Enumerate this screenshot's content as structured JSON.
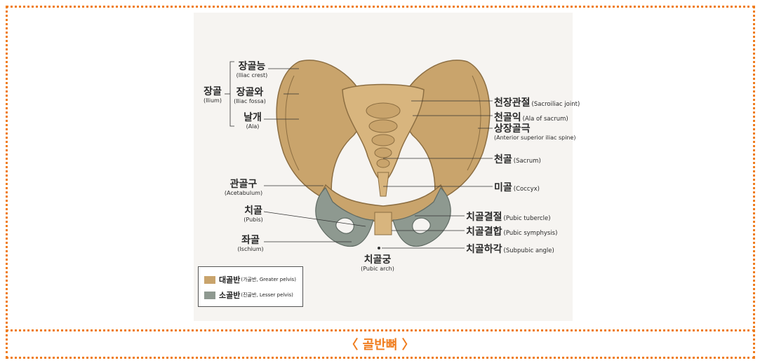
{
  "colors": {
    "border": "#f07d1e",
    "greater_pelvis": "#c9a46c",
    "lesser_pelvis": "#8e9990",
    "caption": "#f07d1e"
  },
  "left_labels": {
    "ilium": {
      "ko": "장골",
      "en": "(Ilium)"
    },
    "iliac_crest": {
      "ko": "장골능",
      "en": "(Iliac crest)"
    },
    "iliac_fossa": {
      "ko": "장골와",
      "en": "(Iliac fossa)"
    },
    "ala": {
      "ko": "날개",
      "en": "(Ala)"
    },
    "acetabulum": {
      "ko": "관골구",
      "en": "(Acetabulum)"
    },
    "pubis": {
      "ko": "치골",
      "en": "(Pubis)"
    },
    "ischium": {
      "ko": "좌골",
      "en": "(Ischium)"
    }
  },
  "right_labels": {
    "sacroiliac_joint": {
      "ko": "천장관절",
      "en": "(Sacroiliac joint)"
    },
    "ala_of_sacrum": {
      "ko": "천골익",
      "en": "(Ala of sacrum)"
    },
    "asis": {
      "ko": "상장골극",
      "en": "(Anterior superior iliac spine)"
    },
    "sacrum": {
      "ko": "천골",
      "en": "(Sacrum)"
    },
    "coccyx": {
      "ko": "미골",
      "en": "(Coccyx)"
    },
    "pubic_tubercle": {
      "ko": "치골결절",
      "en": "(Pubic tubercle)"
    },
    "pubic_symphysis": {
      "ko": "치골결합",
      "en": "(Pubic symphysis)"
    },
    "subpubic_angle": {
      "ko": "치골하각",
      "en": "(Subpubic angle)"
    }
  },
  "bottom_labels": {
    "pubic_arch": {
      "ko": "치골궁",
      "en": "(Pubic arch)"
    }
  },
  "legend": {
    "greater": {
      "ko": "대골반",
      "en": "(가골반, Greater pelvis)"
    },
    "lesser": {
      "ko": "소골반",
      "en": "(진골반, Lesser pelvis)"
    }
  },
  "caption": "〈 골반뼈 〉"
}
